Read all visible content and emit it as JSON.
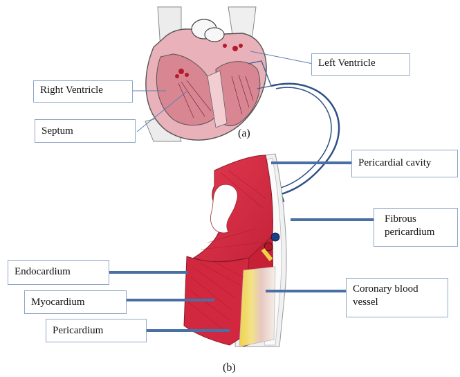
{
  "figure": {
    "caption_a": "(a)",
    "caption_b": "(b)"
  },
  "labels": {
    "left_ventricle": "Left Ventricle",
    "right_ventricle": "Right Ventricle",
    "septum": "Septum",
    "pericardial_cavity": "Pericardial cavity",
    "fibrous_pericardium_line1": "Fibrous",
    "fibrous_pericardium_line2": "pericardium",
    "endocardium": "Endocardium",
    "myocardium": "Myocardium",
    "pericardium": "Pericardium",
    "coronary_line1": "Coronary blood",
    "coronary_line2": "vessel"
  },
  "colors": {
    "leader_thin": "#5b7fb3",
    "leader_thick": "#4a6fa5",
    "arrow": "#2f4f86",
    "muscle_red": "#d8324a",
    "heart_pink": "#e8a3ad"
  }
}
